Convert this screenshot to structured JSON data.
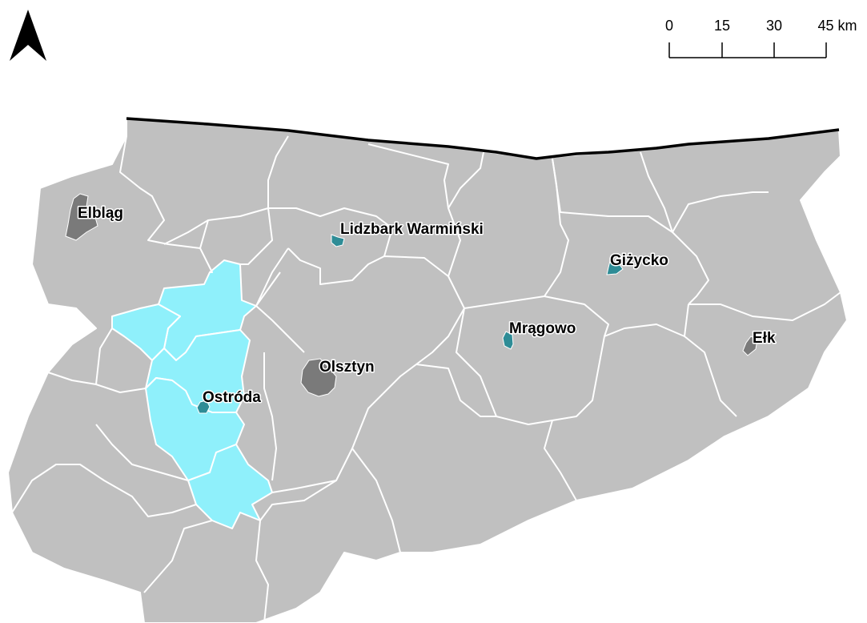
{
  "colors": {
    "district_fill": "#c0c0c0",
    "highlight_fill": "#8ff0fb",
    "border": "#ffffff",
    "coastline": "#000000",
    "city_major": "#7a7a7a",
    "city_minor": "#2e8c96"
  },
  "north_arrow": {
    "icon": "north-arrow-icon"
  },
  "scale_bar": {
    "ticks": [
      "0",
      "15",
      "30",
      "45 km"
    ]
  },
  "cities": [
    {
      "id": "elblag",
      "name": "Elbląg",
      "type": "major"
    },
    {
      "id": "lidzbark",
      "name": "Lidzbark Warmiński",
      "type": "minor"
    },
    {
      "id": "gizycko",
      "name": "Giżycko",
      "type": "minor"
    },
    {
      "id": "mragowo",
      "name": "Mrągowo",
      "type": "minor"
    },
    {
      "id": "elk",
      "name": "Ełk",
      "type": "major"
    },
    {
      "id": "olsztyn",
      "name": "Olsztyn",
      "type": "major"
    },
    {
      "id": "ostroda",
      "name": "Ostróda",
      "type": "minor"
    }
  ]
}
